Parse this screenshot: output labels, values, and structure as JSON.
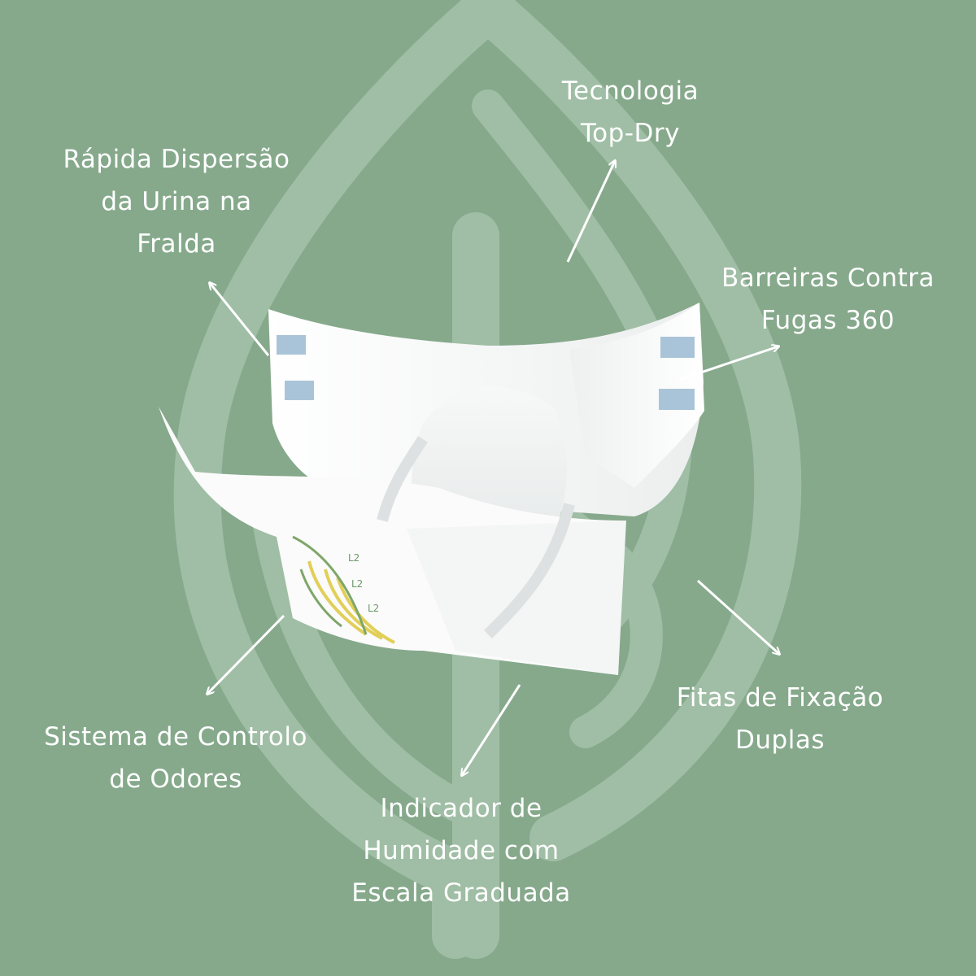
{
  "background_color": "#86a98c",
  "leaf_color": "#a0bea5",
  "label_color": "#ffffff",
  "illustration": "adult-incontinence-diaper",
  "diaper_markings": {
    "size_mark_1": "L2",
    "size_mark_2": "L2",
    "size_mark_3": "L2"
  },
  "features": {
    "top_dry": {
      "line1": "Tecnologia",
      "line2": "Top-Dry"
    },
    "dispersion": {
      "line1": "Rápida Dispersão",
      "line2": "da Urina na",
      "line3": "Fralda"
    },
    "leak_barriers": {
      "line1": "Barreiras Contra",
      "line2": "Fugas 360"
    },
    "fastening": {
      "line1": "Fitas de Fixação",
      "line2": "Duplas"
    },
    "odor_control": {
      "line1": "Sistema de Controlo",
      "line2": "de Odores"
    },
    "wetness_indicator": {
      "line1": "Indicador de",
      "line2": "Humidade com",
      "line3": "Escala Graduada"
    }
  }
}
